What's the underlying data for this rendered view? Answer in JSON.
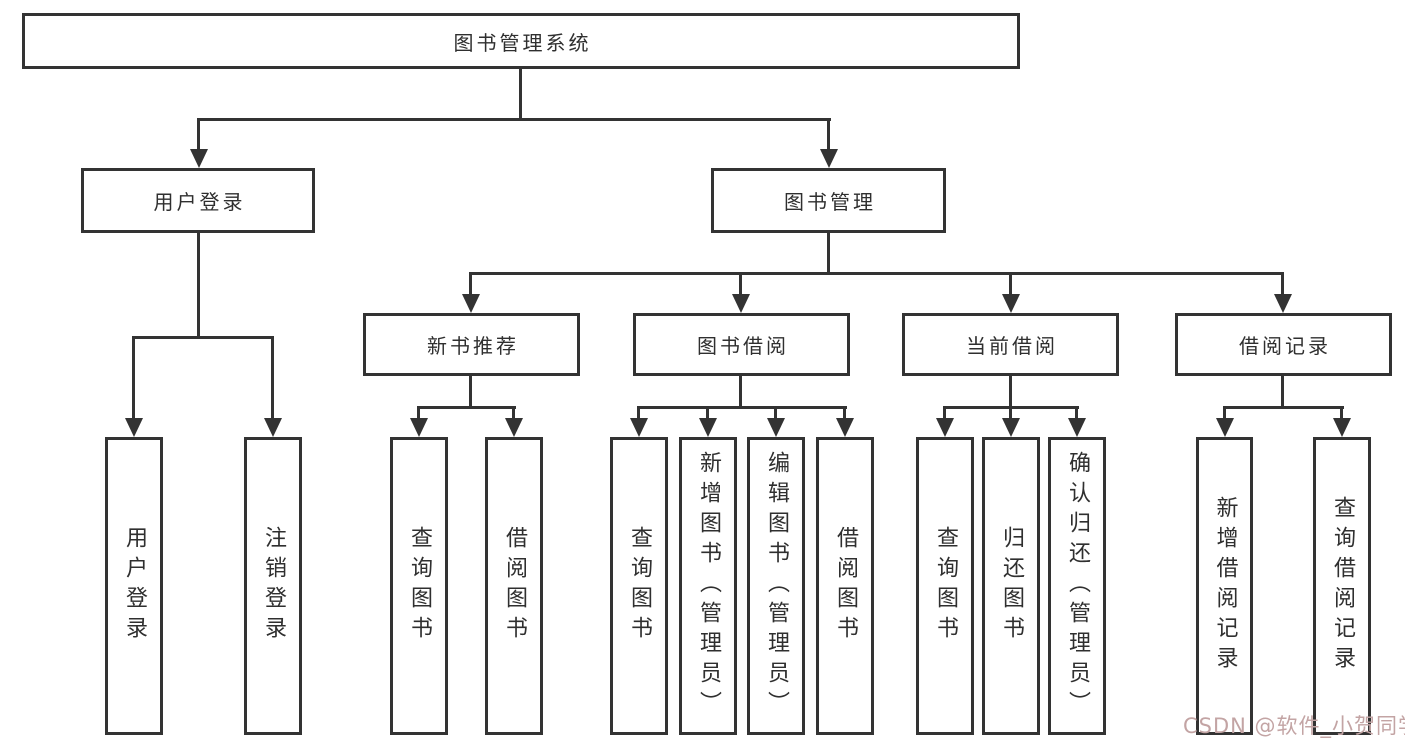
{
  "diagram": {
    "type": "tree-functional-structure",
    "watermark": "CSDN @软件_小贺同学",
    "colors": {
      "background": "#ffffff",
      "line": "#333333",
      "text": "#2f2f2f",
      "watermark": "#c3a4a4"
    },
    "nodes": {
      "root": {
        "label": "图书管理系统"
      },
      "userLogin": {
        "label": "用户登录"
      },
      "bookMgmt": {
        "label": "图书管理"
      },
      "newBookRec": {
        "label": "新书推荐"
      },
      "bookBorrow": {
        "label": "图书借阅"
      },
      "currentBorrow": {
        "label": "当前借阅"
      },
      "borrowRecord": {
        "label": "借阅记录"
      },
      "loginLeaf": {
        "label": "用户登录"
      },
      "logoutLeaf": {
        "label": "注销登录"
      },
      "recQuery": {
        "label": "查询图书"
      },
      "recBorrow": {
        "label": "借阅图书"
      },
      "bbQuery": {
        "label": "查询图书"
      },
      "bbAdd": {
        "label": "新增图书（管理员）"
      },
      "bbEdit": {
        "label": "编辑图书（管理员）"
      },
      "bbBorrow": {
        "label": "借阅图书"
      },
      "cbQuery": {
        "label": "查询图书"
      },
      "cbReturn": {
        "label": "归还图书"
      },
      "cbConfirm": {
        "label": "确认归还（管理员）"
      },
      "brAdd": {
        "label": "新增借阅记录"
      },
      "brQuery": {
        "label": "查询借阅记录"
      }
    }
  }
}
